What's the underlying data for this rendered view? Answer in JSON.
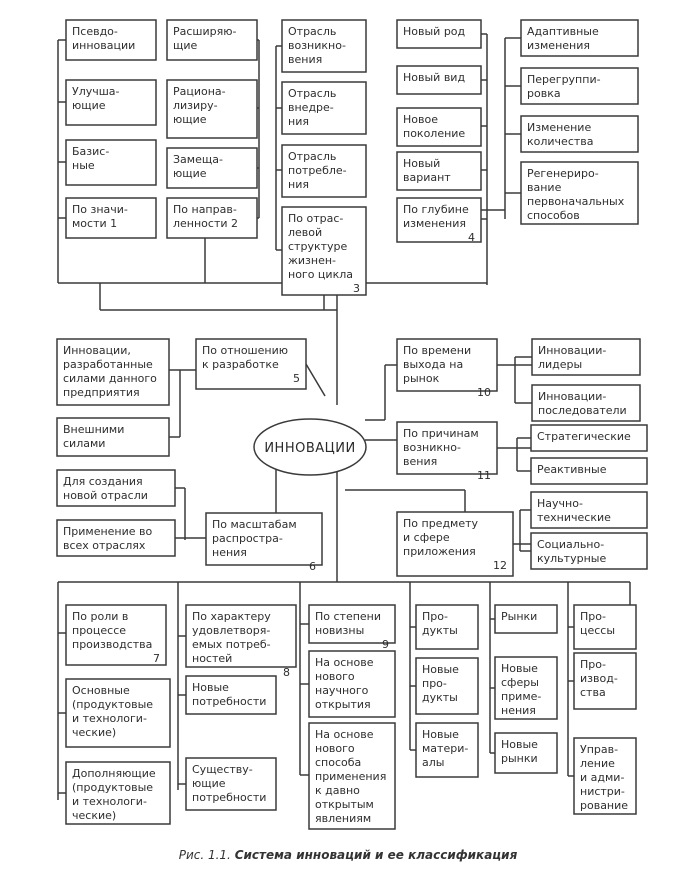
{
  "center_label": "ИННОВАЦИИ",
  "caption": {
    "prefix": "Рис. 1.1.",
    "title": "Система инноваций и ее классификация"
  },
  "boxes": {
    "b1_pseudo": [
      "Псевдо-",
      "инновации"
    ],
    "b1_improve": [
      "Улучша-",
      "ющие"
    ],
    "b1_basic": [
      "Базис-",
      "ные"
    ],
    "b1_head": [
      "По значи-",
      "мости   1"
    ],
    "b2_expand": [
      "Расширяю-",
      "щие"
    ],
    "b2_rational": [
      "Рациона-",
      "лизиру-",
      "ющие"
    ],
    "b2_replace": [
      "Замеща-",
      "ющие"
    ],
    "b2_head": [
      "По направ-",
      "ленности  2"
    ],
    "b3_origin": [
      "Отрасль",
      "возникно-",
      "вения"
    ],
    "b3_impl": [
      "Отрасль",
      "внедре-",
      "ния"
    ],
    "b3_consume": [
      "Отрасль",
      "потребле-",
      "ния"
    ],
    "b3_head": [
      "По отрас-",
      "левой",
      "структуре",
      "жизнен-",
      "ного цикла",
      "3"
    ],
    "b4_genus": [
      "Новый род"
    ],
    "b4_species": [
      "Новый вид"
    ],
    "b4_gen": [
      "Новое",
      "поколение"
    ],
    "b4_variant": [
      "Новый",
      "вариант"
    ],
    "b4_head": [
      "По глубине",
      "изменения",
      "4"
    ],
    "b4_adaptive": [
      "Адаптивные",
      "изменения"
    ],
    "b4_regroup": [
      "Перегруппи-",
      "ровка"
    ],
    "b4_quantity": [
      "Изменение",
      "количества"
    ],
    "b4_regen": [
      "Регенериро-",
      "вание",
      "первоначальных",
      "способов"
    ],
    "b5_internal": [
      "Инновации,",
      "разработанные",
      "силами данного",
      "предприятия"
    ],
    "b5_external": [
      "Внешними",
      "силами"
    ],
    "b5_head": [
      "По отношению",
      "к разработке",
      "5"
    ],
    "b6_newind": [
      "Для создания",
      "новой отрасли"
    ],
    "b6_allind": [
      "Применение во",
      "всех отраслях"
    ],
    "b6_head": [
      "По масштабам",
      "распростра-",
      "нения",
      "6"
    ],
    "b10_head": [
      "По времени",
      "выхода на",
      "рынок",
      "10"
    ],
    "b10_leaders": [
      "Инновации-",
      "лидеры"
    ],
    "b10_follow": [
      "Инновации-",
      "последователи"
    ],
    "b11_head": [
      "По причинам",
      "возникно-",
      "вения",
      "11"
    ],
    "b11_strat": [
      "Стратегические"
    ],
    "b11_react": [
      "Реактивные"
    ],
    "b12_head": [
      "По предмету",
      "и сфере",
      "приложения",
      "12"
    ],
    "b12_sci": [
      "Научно-",
      "технические"
    ],
    "b12_social": [
      "Социально-",
      "культурные"
    ],
    "b7_head": [
      "По роли в",
      "процессе",
      "производства",
      "7"
    ],
    "b7_main": [
      "Основные",
      "(продуктовые",
      "и технологи-",
      "ческие)"
    ],
    "b7_extra": [
      "Дополняющие",
      "(продуктовые",
      "и технологи-",
      "ческие)"
    ],
    "b8_head": [
      "По характеру",
      "удовлетворя-",
      "емых потреб-",
      "ностей",
      "8"
    ],
    "b8_new": [
      "Новые",
      "потребности"
    ],
    "b8_exist": [
      "Существу-",
      "ющие",
      "потребности"
    ],
    "b9_head": [
      "По степени",
      "новизны",
      "9"
    ],
    "b9_sci": [
      "На основе",
      "нового",
      "научного",
      "открытия"
    ],
    "b9_method": [
      "На основе",
      "нового",
      "способа",
      "применения",
      "к давно",
      "открытым",
      "явлениям"
    ],
    "p_products": [
      "Про-",
      "дукты"
    ],
    "p_newprod": [
      "Новые",
      "про-",
      "дукты"
    ],
    "p_newmat": [
      "Новые",
      "матери-",
      "алы"
    ],
    "m_markets": [
      "Рынки"
    ],
    "m_newspheres": [
      "Новые",
      "сферы",
      "приме-",
      "нения"
    ],
    "m_newmarkets": [
      "Новые",
      "рынки"
    ],
    "r_process": [
      "Про-",
      "цессы"
    ],
    "r_production": [
      "Про-",
      "извод-",
      "ства"
    ],
    "r_manage": [
      "Управ-",
      "ление",
      "и адми-",
      "нистри-",
      "рование"
    ]
  }
}
